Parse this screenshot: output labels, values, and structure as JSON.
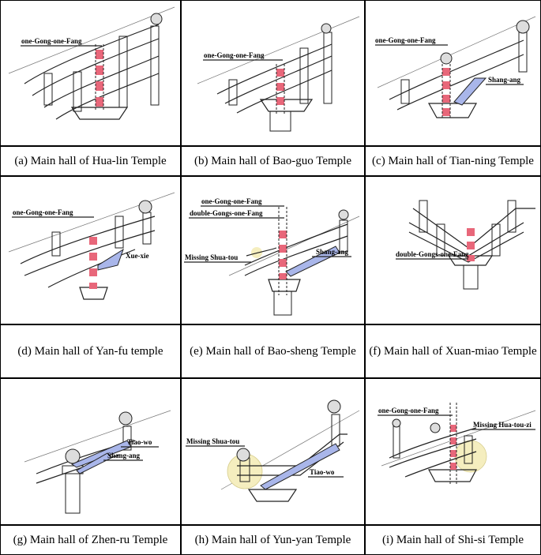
{
  "panels": [
    {
      "caption": "(a) Main hall of Hua-lin Temple",
      "labels": [
        "one-Gong-one-Fang"
      ]
    },
    {
      "caption": "(b) Main hall of Bao-guo Temple",
      "labels": [
        "one-Gong-one-Fang"
      ]
    },
    {
      "caption": "(c) Main hall of Tian-ning Temple",
      "labels": [
        "one-Gong-one-Fang",
        "Shang-ang"
      ]
    },
    {
      "caption": "(d) Main hall of Yan-fu temple",
      "labels": [
        "one-Gong-one-Fang",
        "Xue-xie"
      ]
    },
    {
      "caption": "(e) Main hall of Bao-sheng Temple",
      "labels": [
        "one-Gong-one-Fang",
        "double-Gongs-one-Fang",
        "Missing Shua-tou",
        "Shang-ang"
      ]
    },
    {
      "caption": "(f) Main hall of Xuan-miao Temple",
      "labels": [
        "double-Gongs-one-Fang"
      ]
    },
    {
      "caption": "(g) Main hall of Zhen-ru Temple",
      "labels": [
        "Tiao-wo",
        "Shang-ang"
      ]
    },
    {
      "caption": "(h) Main hall of Yun-yan Temple",
      "labels": [
        "Missing Shua-tou",
        "Tiao-wo"
      ]
    },
    {
      "caption": "(i) Main hall of Shi-si Temple",
      "labels": [
        "one-Gong-one-Fang",
        "Missing Hua-tou-zi"
      ]
    }
  ],
  "colors": {
    "fang_pink": "#e8677a",
    "ang_blue": "#a9b6ea",
    "missing_yellow": "#f5eebf"
  }
}
